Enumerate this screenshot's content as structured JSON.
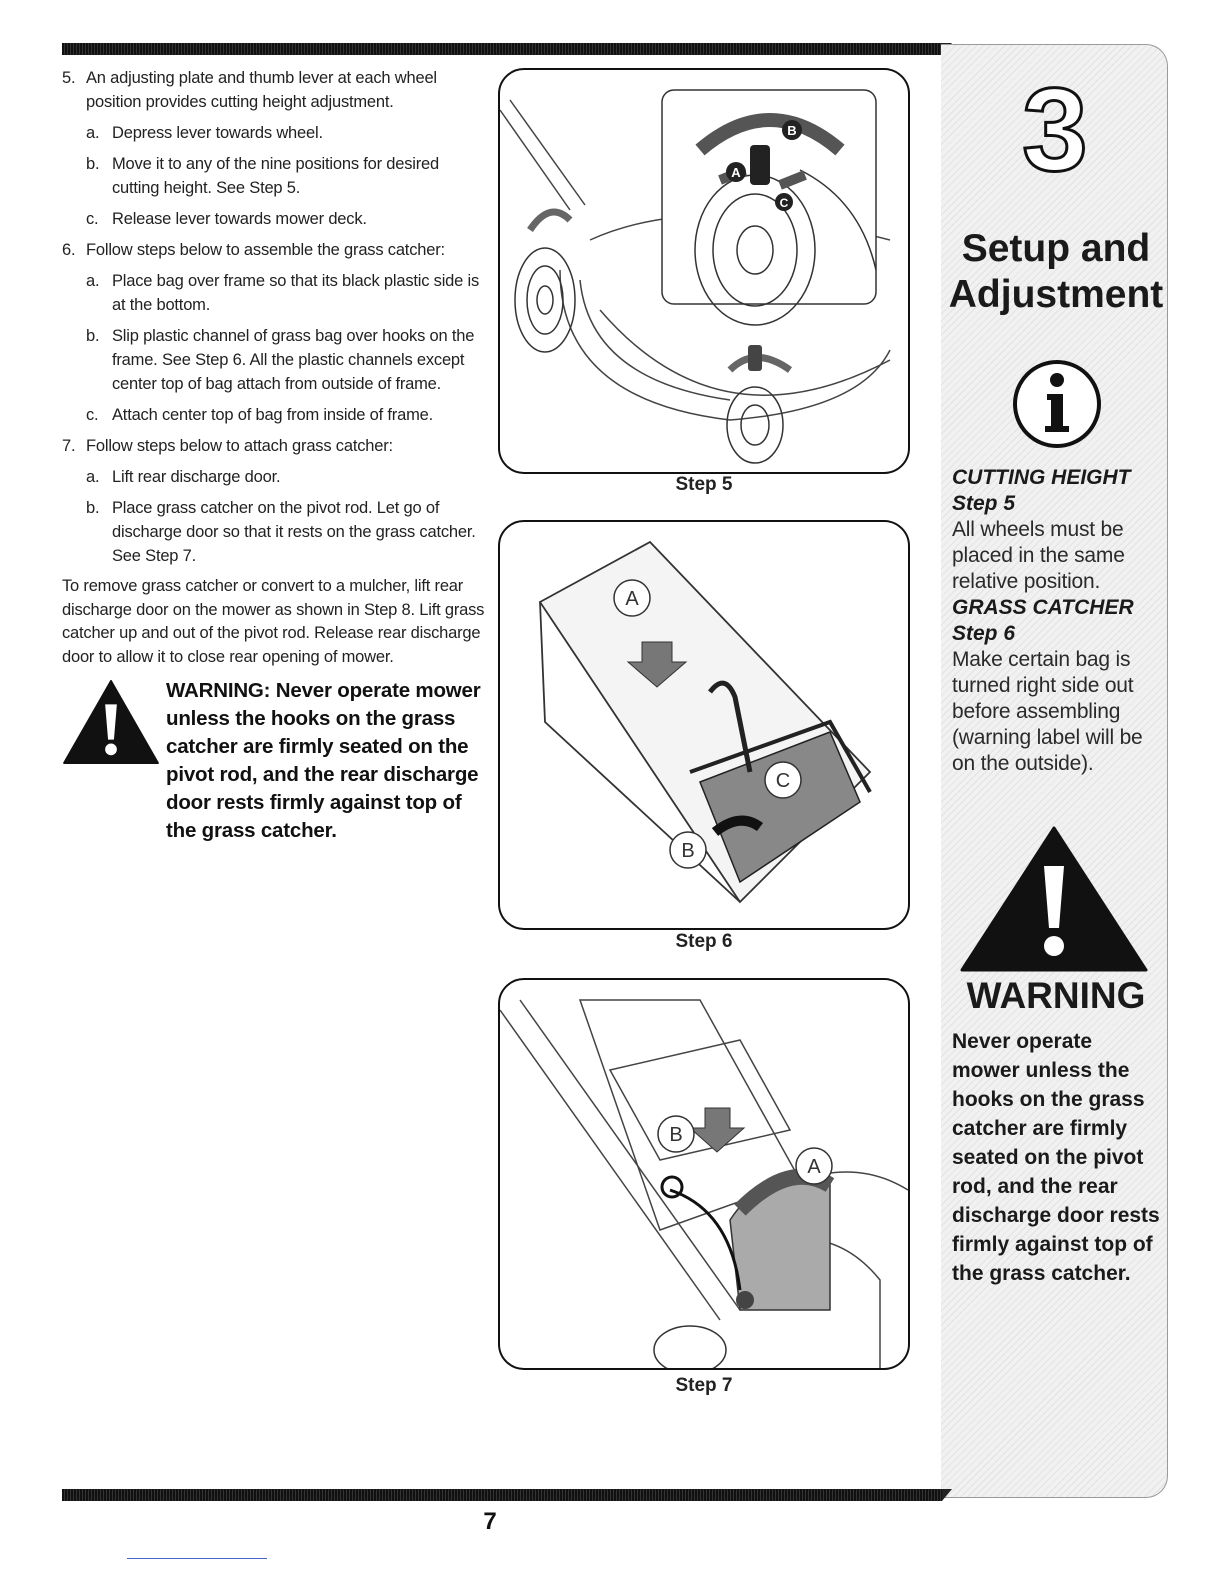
{
  "instructions": {
    "item5": {
      "num": "5.",
      "text": "An adjusting plate and thumb lever at each wheel position provides cutting height adjustment.",
      "subs": [
        {
          "let": "a.",
          "text": "Depress lever towards wheel."
        },
        {
          "let": "b.",
          "text": "Move it to any of the nine positions for desired cutting height. See Step 5."
        },
        {
          "let": "c.",
          "text": "Release lever towards mower deck."
        }
      ]
    },
    "item6": {
      "num": "6.",
      "text": "Follow steps below to assemble the grass catcher:",
      "subs": [
        {
          "let": "a.",
          "text": "Place bag over frame so that its black plastic side is at the bottom."
        },
        {
          "let": "b.",
          "text": "Slip plastic channel of grass bag over hooks on the frame. See Step 6. All the plastic channels except center top of bag attach from outside of frame."
        },
        {
          "let": "c.",
          "text": "Attach center top of bag from inside of frame."
        }
      ]
    },
    "item7": {
      "num": "7.",
      "text": "Follow steps below to attach grass catcher:",
      "subs": [
        {
          "let": "a.",
          "text": "Lift rear discharge door."
        },
        {
          "let": "b.",
          "text": "Place grass catcher on the pivot rod. Let go of discharge door so that it rests on the grass catcher. See Step 7."
        }
      ]
    },
    "remove_para": "To remove grass catcher or convert to a mulcher, lift rear discharge door on the mower as shown in Step 8. Lift grass catcher up and out of the pivot rod. Release rear discharge door to allow it to close rear opening of mower.",
    "warning": "WARNING: Never operate mower unless the hooks on the grass catcher are firmly seated on the pivot rod, and the rear discharge door rests firmly against top of the grass catcher."
  },
  "figures": {
    "step5": {
      "caption": "Step 5",
      "callouts": [
        "A",
        "B",
        "C"
      ]
    },
    "step6": {
      "caption": "Step 6",
      "callouts": [
        "A",
        "B",
        "C"
      ]
    },
    "step7": {
      "caption": "Step 7",
      "callouts": [
        "A",
        "B"
      ]
    }
  },
  "sidebar": {
    "chapter": "3",
    "title_line1": "Setup and",
    "title_line2": "Adjustment",
    "info_icon": "info-icon",
    "note1_head1": "CUTTING HEIGHT",
    "note1_head2": "Step 5",
    "note1_body": "All wheels must be placed in the same relative position.",
    "note2_head1": "GRASS CATCHER",
    "note2_head2": "Step 6",
    "note2_body": "Make certain bag is turned right side out before assembling (warning label will be on the outside).",
    "warning_icon": "warning-triangle-icon",
    "warning_title": "WARNING",
    "warning_text": "Never operate mower unless the hooks on the grass catcher are firmly seated on the pivot rod, and the rear discharge door rests firmly against top of the grass catcher."
  },
  "page_number": "7"
}
